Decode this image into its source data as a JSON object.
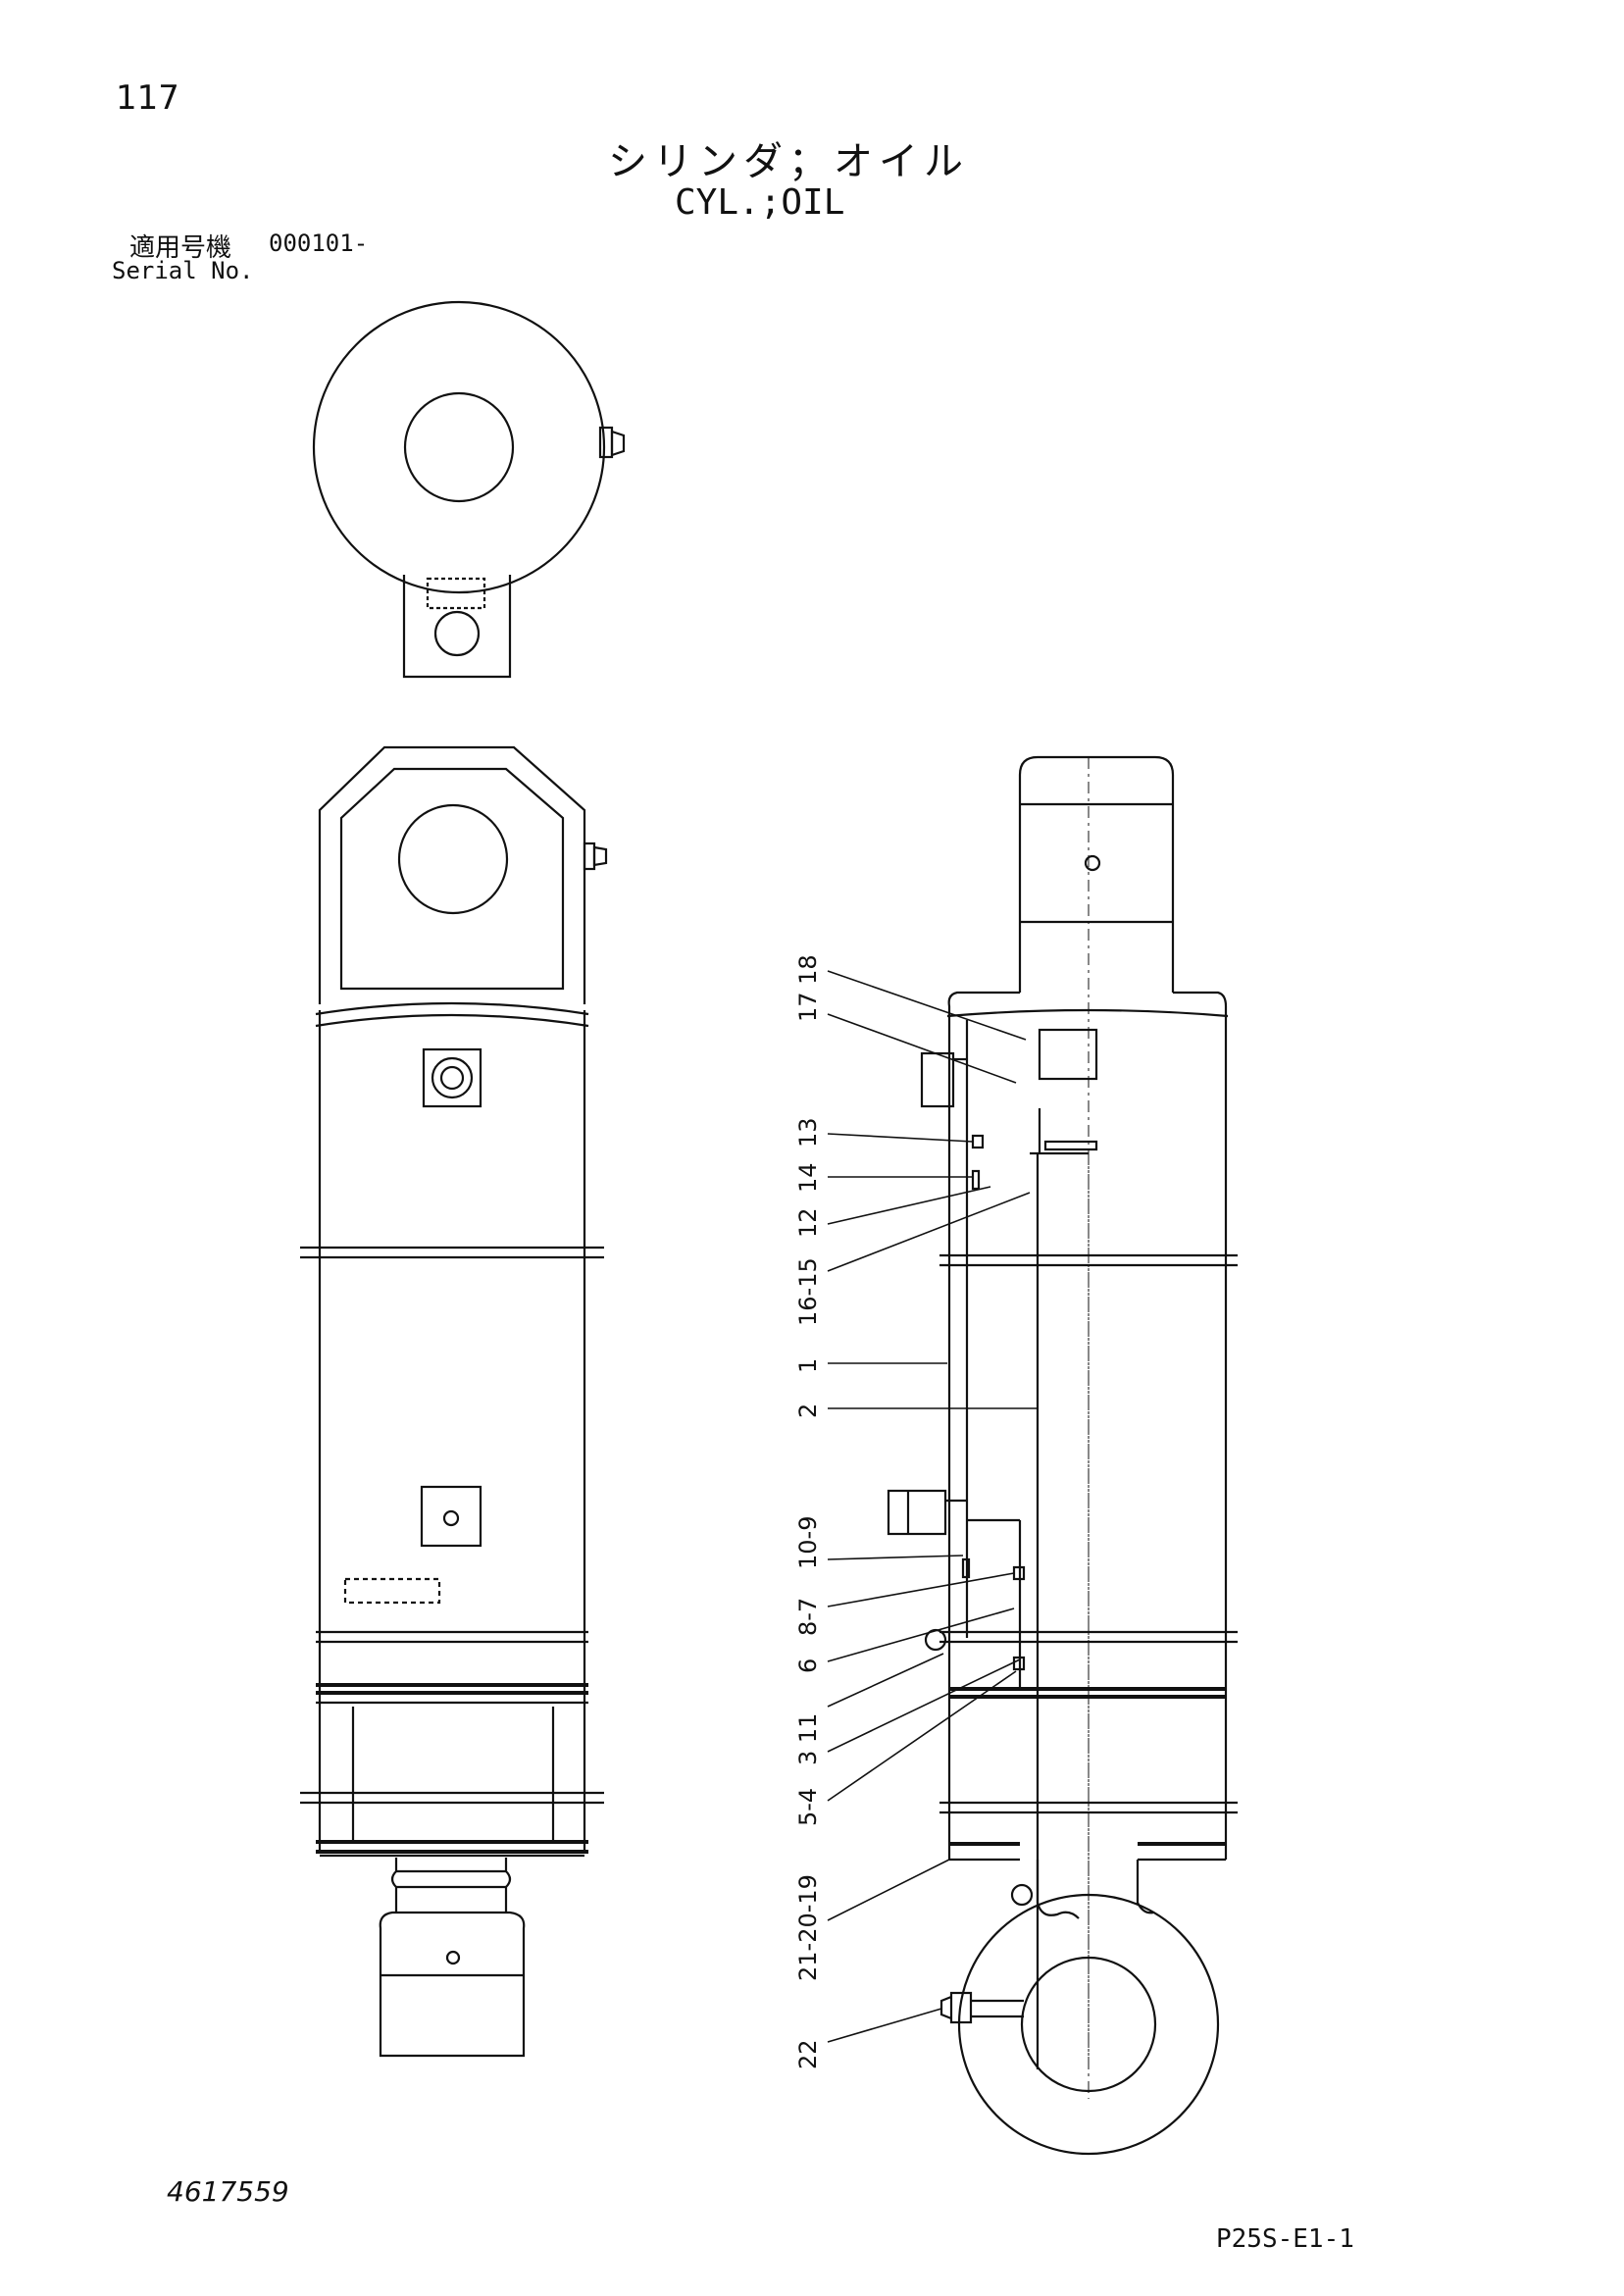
{
  "header": {
    "page_number": "117",
    "title_jp": "シリンダ；オイル",
    "title_en": "CYL.;OIL",
    "serial_label_jp": "適用号機",
    "serial_value": "000101-",
    "serial_label_en": "Serial No."
  },
  "footer": {
    "part_number": "4617559",
    "sheet_code": "P25S-E1-1"
  },
  "callouts": [
    {
      "id": "c1",
      "label": "17 18"
    },
    {
      "id": "c2",
      "label": "13"
    },
    {
      "id": "c3",
      "label": "14"
    },
    {
      "id": "c4",
      "label": "12"
    },
    {
      "id": "c5",
      "label": "16-15"
    },
    {
      "id": "c6",
      "label": "1"
    },
    {
      "id": "c7",
      "label": "2"
    },
    {
      "id": "c8",
      "label": "10-9"
    },
    {
      "id": "c9",
      "label": "8-7"
    },
    {
      "id": "c10",
      "label": "6"
    },
    {
      "id": "c11",
      "label": "3 11"
    },
    {
      "id": "c12",
      "label": "5-4"
    },
    {
      "id": "c13",
      "label": "21-20-19"
    },
    {
      "id": "c14",
      "label": "22"
    }
  ]
}
